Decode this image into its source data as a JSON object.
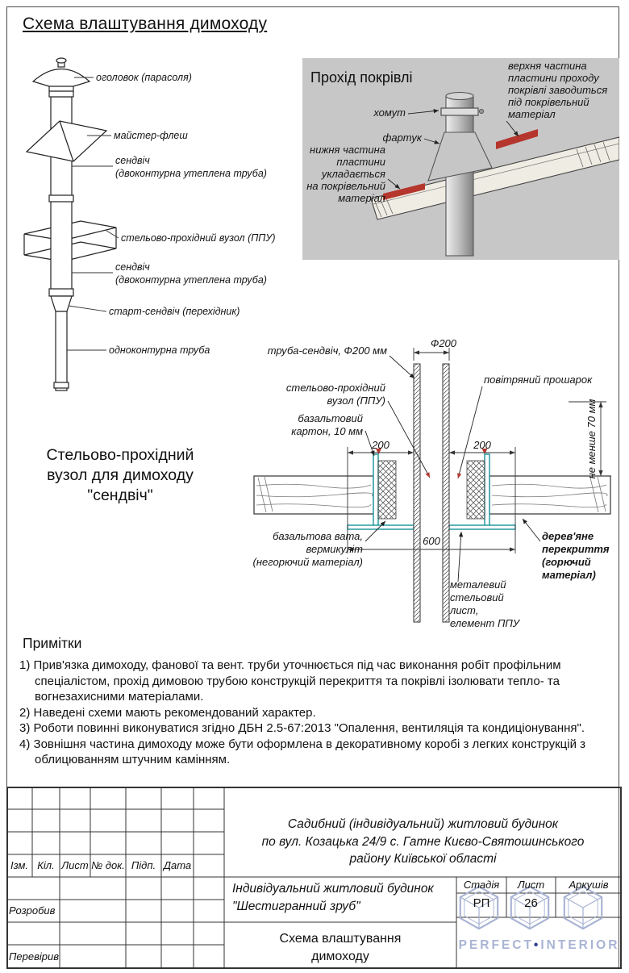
{
  "page": {
    "title": "Схема влаштування димоходу"
  },
  "chimney": {
    "labels": {
      "cap": "оголовок (парасоля)",
      "flash": "майстер-флеш",
      "sandwich_top_1": "сендвіч",
      "sandwich_top_2": "(двоконтурна утеплена труба)",
      "ceiling_unit": "стельово-прохідний вузол (ППУ)",
      "sandwich_bottom_1": "сендвіч",
      "sandwich_bottom_2": "(двоконтурна утеплена труба)",
      "start_adapter": "старт-сендвіч (перехідник)",
      "single_pipe": "одноконтурна труба"
    }
  },
  "roof_pass": {
    "title": "Прохід покрівлі",
    "clamp": "хомут",
    "apron": "фартук",
    "upper_note": [
      "верхня частина",
      "пластини проходу",
      "покрівлі заводиться",
      "під покрівельний",
      "матеріал"
    ],
    "lower_note": [
      "нижня частина",
      "пластини",
      "укладається",
      "на покрівельний",
      "матеріал"
    ]
  },
  "section": {
    "heading": [
      "Стельово-прохідний",
      "вузол для димоходу",
      "\"сендвіч\""
    ],
    "dim_diameter": "Ф200",
    "dim_left": "200",
    "dim_right": "200",
    "dim_bottom": "600",
    "dim_min": "не менше 70 мм",
    "label_pipe": "труба-сендвіч, Ф200 мм",
    "label_air": "повітряний прошарок",
    "label_unit": [
      "стельово-прохідний",
      "вузол (ППУ)"
    ],
    "label_cardboard": [
      "базальтовий",
      "картон, 10 мм"
    ],
    "label_wool": [
      "базальтова вата,",
      "вермикуліт",
      "(негорючий матеріал)"
    ],
    "label_wood": [
      "дерев'яне",
      "перекриття",
      "(горючий",
      "матеріал)"
    ],
    "label_sheet": [
      "металевий",
      "стельовий",
      "лист,",
      "елемент ППУ"
    ]
  },
  "notes": {
    "heading": "Примітки",
    "items": [
      "1) Прив'язка димоходу, фанової та вент. труби уточнюється під час виконання робіт профільним спеціалістом, прохід димовою трубою конструкцій перекриття та покрівлі ізолювати тепло- та вогнезахисними матеріалами.",
      "2) Наведені схеми мають рекомендований характер.",
      "3) Роботи повинні виконуватися згідно ДБН 2.5-67:2013 \"Опалення, вентиляція та кондиціонування\".",
      "4) Зовнішня частина димоходу може бути оформлена в декоративному коробі з легких конструкцій з облицюванням штучним камінням."
    ]
  },
  "titleblock": {
    "cols": [
      "Ізм.",
      "Кіл.",
      "Лист",
      "№ док.",
      "Підп.",
      "Дата"
    ],
    "rows": [
      "Розробив",
      "Перевірив"
    ],
    "project": [
      "Садибний (індивідуальний) житловий будинок",
      "по вул. Козацька 24/9 с. Гатне Києво-Святошинського",
      "району Київської області"
    ],
    "object": [
      "Індивідуальний житловий будинок",
      "\"Шестигранний зруб\""
    ],
    "stage_label": "Стадія",
    "sheet_label": "Лист",
    "sheets_label": "Аркушів",
    "stage_value": "РП",
    "sheet_value": "26",
    "sheets_value": "",
    "drawing_title": [
      "Схема влаштування",
      "димоходу"
    ],
    "logo": {
      "part1": "PERFECT",
      "dot": "•",
      "part2": "INTERIOR"
    }
  },
  "colors": {
    "red": "#b5362c",
    "teal": "#17939b",
    "gray_box": "#c7c7c7",
    "logo": "#a9b4d4"
  }
}
